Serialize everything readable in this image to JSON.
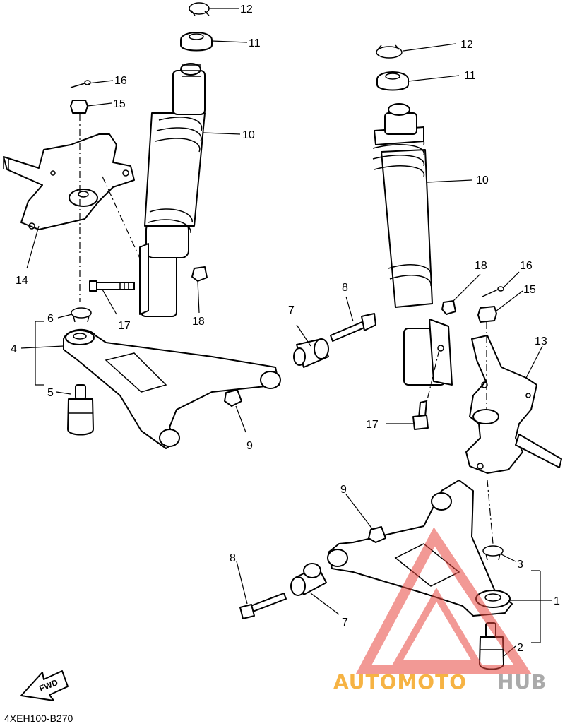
{
  "callouts": {
    "c1": "1",
    "c2": "2",
    "c3": "3",
    "c4": "4",
    "c5": "5",
    "c6": "6",
    "c7a": "7",
    "c7b": "7",
    "c8a": "8",
    "c8b": "8",
    "c9a": "9",
    "c9b": "9",
    "c10a": "10",
    "c10b": "10",
    "c11a": "11",
    "c11b": "11",
    "c12a": "12",
    "c12b": "12",
    "c13": "13",
    "c14": "14",
    "c15a": "15",
    "c15b": "15",
    "c16a": "16",
    "c16b": "16",
    "c17a": "17",
    "c17b": "17",
    "c18a": "18",
    "c18b": "18"
  },
  "fwd_label": "FWD",
  "diagram_code": "4XEH100-B270",
  "watermark": {
    "part1": "AUTOMOTO",
    "part2": "HUB",
    "color1": "#f5a623",
    "color2": "#9b9b9b",
    "logo_color": "#e8473f"
  }
}
